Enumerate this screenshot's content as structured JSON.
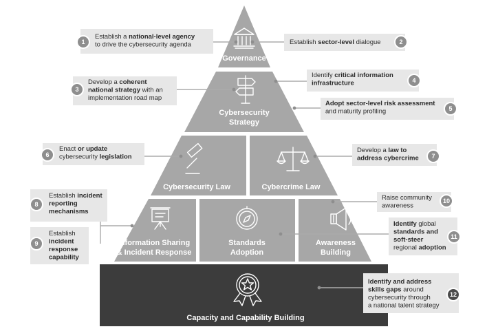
{
  "colors": {
    "pyramid": "#a7a7a7",
    "base": "#3c3c3c",
    "callout_bg": "#e7e7e7",
    "badge": "#8e8e8e",
    "badge_dark": "#4a4a4a"
  },
  "tiers": {
    "governance": "Governance",
    "strategy_line1": "Cybersecurity",
    "strategy_line2": "Strategy",
    "law": "Cybersecurity Law",
    "crime_law": "Cybercrime Law",
    "info_sharing_line1": "Information Sharing",
    "info_sharing_line2": "& Incident Response",
    "standards_line1": "Standards",
    "standards_line2": "Adoption",
    "awareness_line1": "Awareness",
    "awareness_line2": "Building",
    "capacity": "Capacity and Capability Building"
  },
  "icons": {
    "governance": "government-building-icon",
    "strategy": "signpost-icon",
    "law": "gavel-icon",
    "crime_law": "scales-of-justice-icon",
    "info_sharing": "presentation-board-icon",
    "standards": "compass-icon",
    "awareness": "speaker-icon",
    "capacity": "award-ribbon-icon"
  },
  "callouts": [
    {
      "number": "1",
      "lines": [
        [
          {
            "t": "Establish a ",
            "b": false
          },
          {
            "t": "national-level agency",
            "b": true
          }
        ],
        [
          {
            "t": "to drive the cybersecurity agenda",
            "b": false
          }
        ]
      ]
    },
    {
      "number": "2",
      "lines": [
        [
          {
            "t": "Establish ",
            "b": false
          },
          {
            "t": "sector-level",
            "b": true
          },
          {
            "t": " dialogue",
            "b": false
          }
        ]
      ]
    },
    {
      "number": "3",
      "lines": [
        [
          {
            "t": "Develop a ",
            "b": false
          },
          {
            "t": "coherent",
            "b": true
          }
        ],
        [
          {
            "t": "national strategy",
            "b": true
          },
          {
            "t": " with an",
            "b": false
          }
        ],
        [
          {
            "t": "implementation road map",
            "b": false
          }
        ]
      ]
    },
    {
      "number": "4",
      "lines": [
        [
          {
            "t": "Identify ",
            "b": false
          },
          {
            "t": "critical information",
            "b": true
          }
        ],
        [
          {
            "t": "infrastructure",
            "b": true
          }
        ]
      ]
    },
    {
      "number": "5",
      "lines": [
        [
          {
            "t": "Adopt sector-level risk assessment",
            "b": true
          }
        ],
        [
          {
            "t": "and maturity profiling",
            "b": false
          }
        ]
      ]
    },
    {
      "number": "6",
      "lines": [
        [
          {
            "t": "Enact ",
            "b": false
          },
          {
            "t": "or update",
            "b": true
          }
        ],
        [
          {
            "t": "cybersecurity ",
            "b": false
          },
          {
            "t": "legislation",
            "b": true
          }
        ]
      ]
    },
    {
      "number": "7",
      "lines": [
        [
          {
            "t": "Develop a ",
            "b": false
          },
          {
            "t": "law to",
            "b": true
          }
        ],
        [
          {
            "t": "address cybercrime",
            "b": true
          }
        ]
      ]
    },
    {
      "number": "8",
      "lines": [
        [
          {
            "t": "Establish ",
            "b": false
          },
          {
            "t": "incident",
            "b": true
          }
        ],
        [
          {
            "t": "reporting",
            "b": true
          }
        ],
        [
          {
            "t": "mechanisms",
            "b": true
          }
        ]
      ]
    },
    {
      "number": "9",
      "lines": [
        [
          {
            "t": "Establish",
            "b": false
          }
        ],
        [
          {
            "t": "incident",
            "b": true
          }
        ],
        [
          {
            "t": "response",
            "b": true
          }
        ],
        [
          {
            "t": "capability",
            "b": true
          }
        ]
      ]
    },
    {
      "number": "10",
      "lines": [
        [
          {
            "t": "Raise community",
            "b": false
          }
        ],
        [
          {
            "t": "awareness",
            "b": false
          }
        ]
      ]
    },
    {
      "number": "11",
      "lines": [
        [
          {
            "t": "Identify",
            "b": true
          },
          {
            "t": " global",
            "b": false
          }
        ],
        [
          {
            "t": "standards and",
            "b": true
          }
        ],
        [
          {
            "t": "soft-steer",
            "b": true
          }
        ],
        [
          {
            "t": "regional ",
            "b": false
          },
          {
            "t": "adoption",
            "b": true
          }
        ]
      ]
    },
    {
      "number": "12",
      "lines": [
        [
          {
            "t": "Identify and address",
            "b": true
          }
        ],
        [
          {
            "t": "skills gaps",
            "b": true
          },
          {
            "t": " around",
            "b": false
          }
        ],
        [
          {
            "t": "cybersecurity through",
            "b": false
          }
        ],
        [
          {
            "t": "a national talent strategy",
            "b": false
          }
        ]
      ]
    }
  ]
}
